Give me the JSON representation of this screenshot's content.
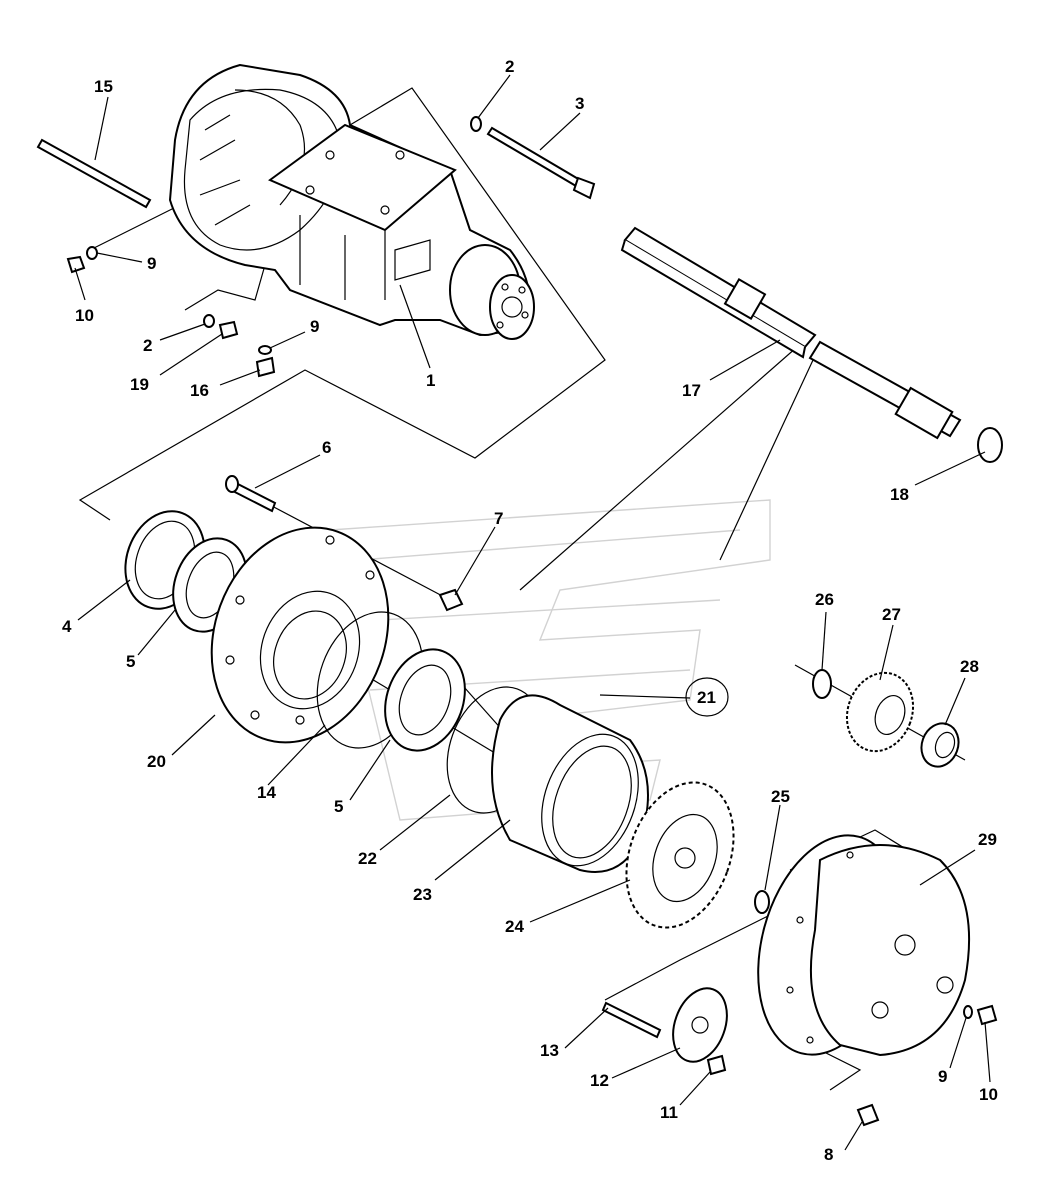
{
  "diagram": {
    "callouts": [
      "1",
      "2",
      "2",
      "3",
      "4",
      "5",
      "5",
      "6",
      "7",
      "8",
      "9",
      "9",
      "9",
      "10",
      "10",
      "11",
      "12",
      "13",
      "14",
      "15",
      "16",
      "17",
      "18",
      "19",
      "20",
      "21",
      "22",
      "23",
      "24",
      "25",
      "26",
      "27",
      "28",
      "29"
    ],
    "circled_callout": "21",
    "colors": {
      "ink": "#000000",
      "background": "#ffffff",
      "watermark": "#d2d2d2"
    }
  }
}
